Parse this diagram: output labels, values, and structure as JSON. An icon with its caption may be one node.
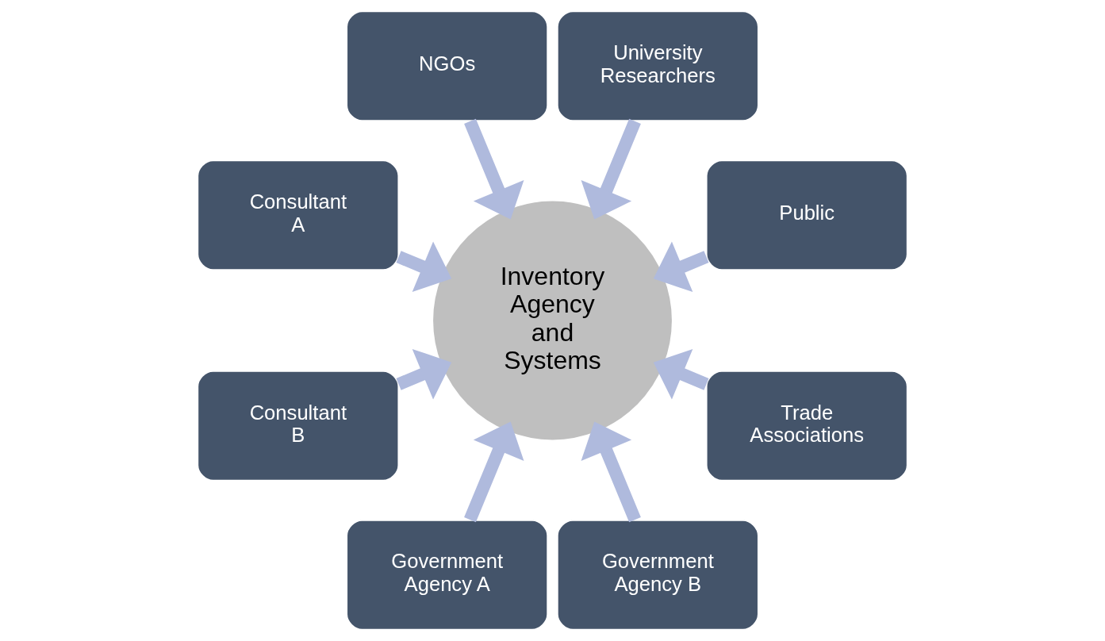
{
  "diagram": {
    "nodes": [
      {
        "text": [
          "Public"
        ]
      },
      {
        "text": [
          "University Researchers"
        ]
      },
      {
        "text": [
          "NGOs"
        ]
      },
      {
        "text": [
          "Consultant A"
        ]
      },
      {
        "text": [
          "Consultant B"
        ]
      },
      {
        "text": [
          "Government Agency A"
        ]
      },
      {
        "text": [
          "Government Agency B"
        ]
      },
      {
        "text": [
          "Trade Associations"
        ]
      },
      {
        "text": [
          "Inventory Agency and Systems"
        ]
      }
    ],
    "edges": [
      {
        "from": 0,
        "to": 8,
        "arrow": "to"
      },
      {
        "from": 1,
        "to": 8,
        "arrow": "to"
      },
      {
        "from": 2,
        "to": 8,
        "arrow": "to"
      },
      {
        "from": 3,
        "to": 8,
        "arrow": "to"
      },
      {
        "from": 4,
        "to": 8,
        "arrow": "to"
      },
      {
        "from": 5,
        "to": 8,
        "arrow": "to"
      },
      {
        "from": 6,
        "to": 8,
        "arrow": "to"
      },
      {
        "from": 7,
        "to": 8,
        "arrow": "to"
      }
    ]
  }
}
